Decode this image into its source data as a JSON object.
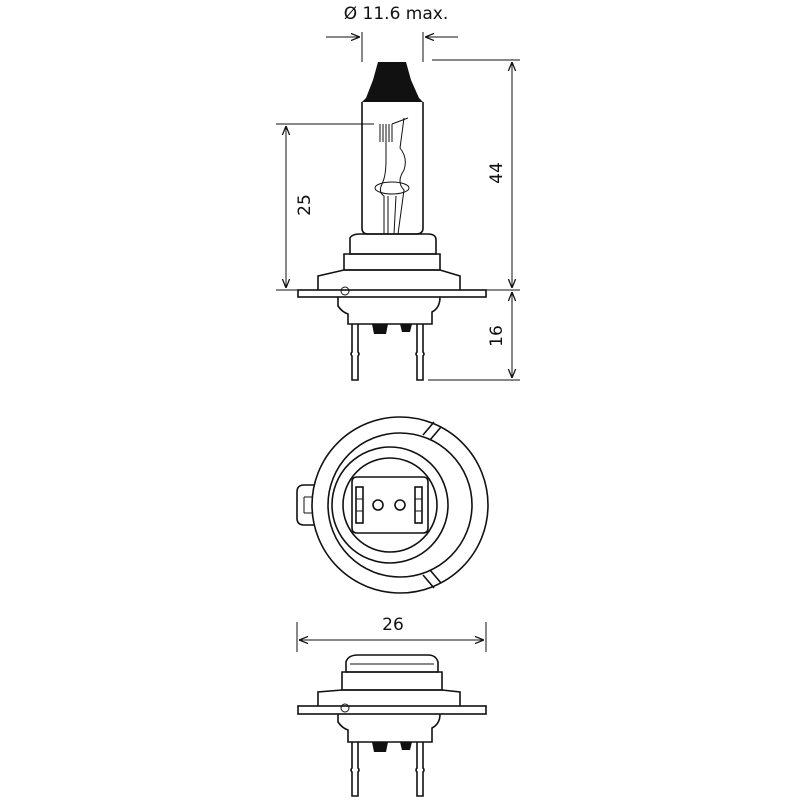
{
  "dimensions": {
    "diameter_label": "Ø 11.6 max.",
    "overall_height_label": "44",
    "focal_height_label": "25",
    "pin_length_label": "16",
    "flange_width_label": "26"
  },
  "colors": {
    "line": "#111111",
    "background": "#ffffff"
  }
}
